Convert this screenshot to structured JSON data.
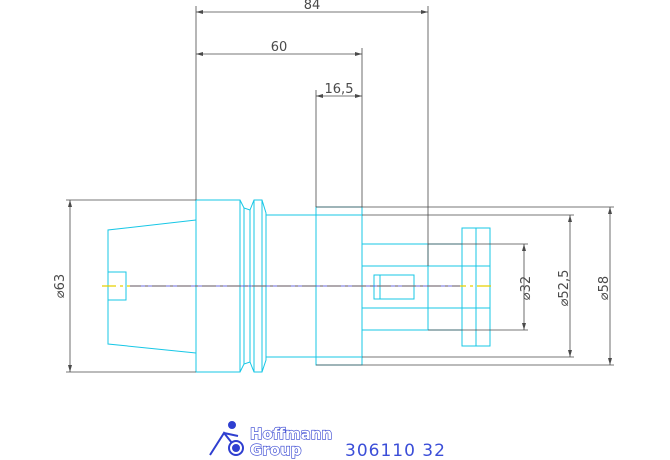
{
  "dimensions": {
    "length_84": "84",
    "length_60": "60",
    "length_16_5": "16,5",
    "diameter_63": "⌀63",
    "diameter_32": "⌀32",
    "diameter_52_5": "⌀52,5",
    "diameter_58": "⌀58"
  },
  "footer": {
    "logo_line1": "Hoffmann",
    "logo_line2": "Group",
    "part_number": "306110  32"
  },
  "colors": {
    "outline": "#17c7e6",
    "dimension": "#4a4a4a",
    "centerline": "#e6d000",
    "axis": "#3a3ad0",
    "logo": "#2f3fd0"
  }
}
